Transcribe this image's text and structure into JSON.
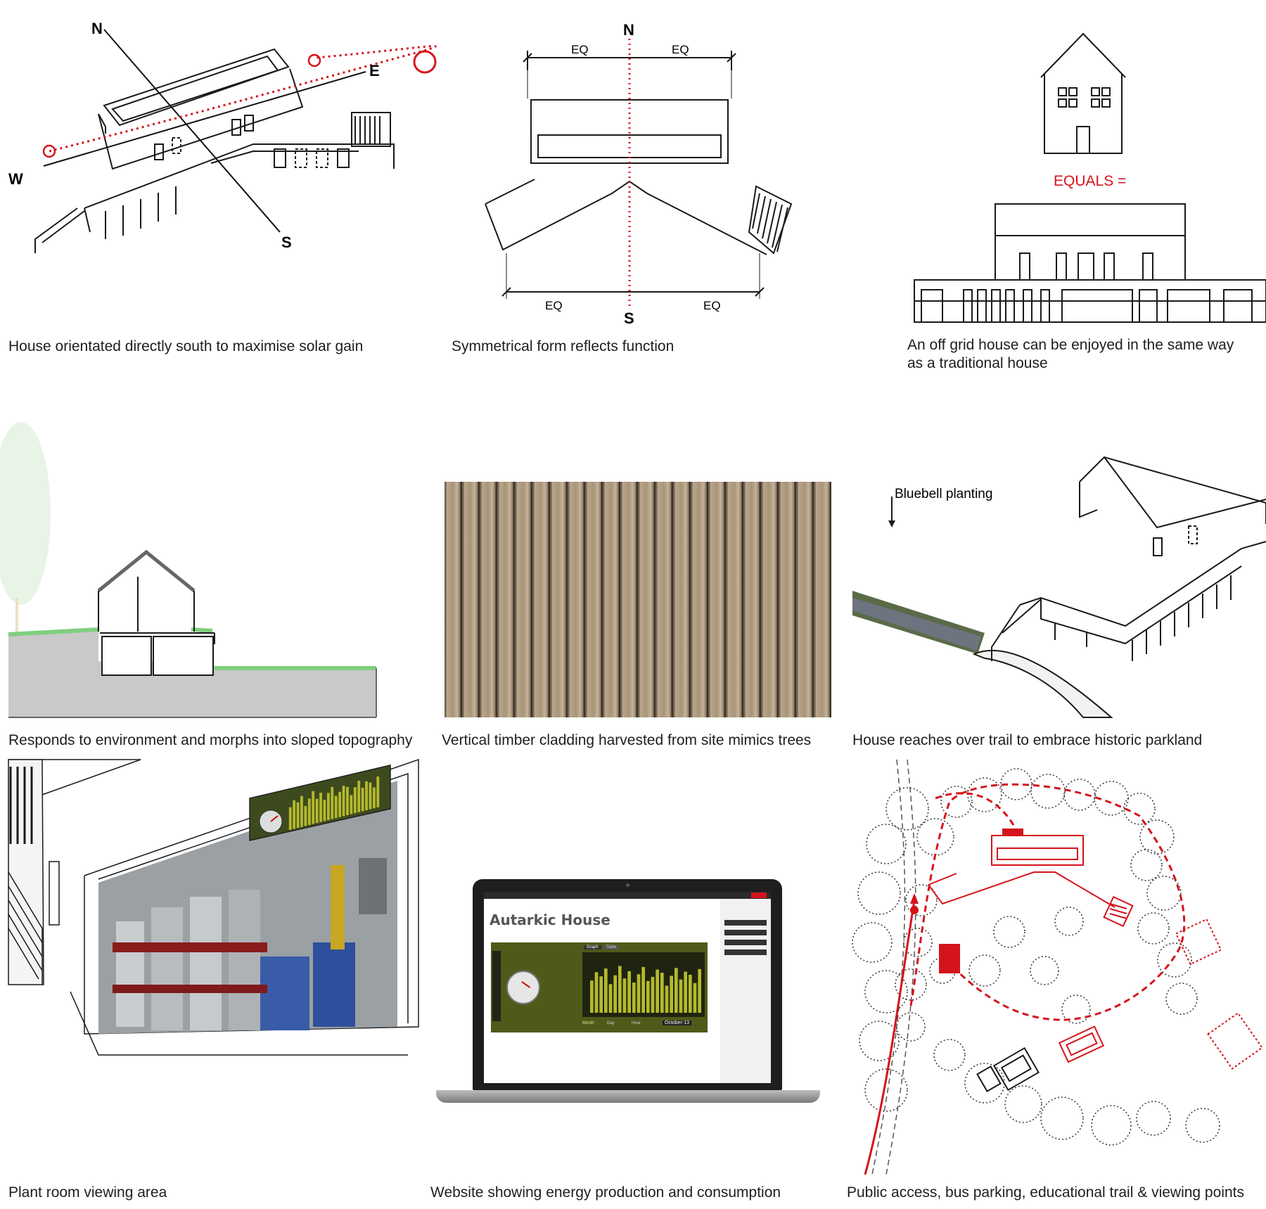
{
  "panels": {
    "orientation": {
      "caption": "House orientated directly south to maximise solar gain",
      "compass": {
        "n": "N",
        "s": "S",
        "e": "E",
        "w": "W"
      }
    },
    "symmetry": {
      "caption": "Symmetrical form reflects function",
      "compass": {
        "n": "N",
        "s": "S"
      },
      "dims": {
        "top_left": "EQ",
        "top_right": "EQ",
        "bottom_left": "EQ",
        "bottom_right": "EQ"
      }
    },
    "equals": {
      "caption": "An off grid house can be enjoyed in the same way as a traditional house",
      "equals_label": "EQUALS ="
    },
    "topography": {
      "caption": "Responds to environment and morphs into sloped topography"
    },
    "cladding": {
      "caption": "Vertical timber cladding harvested from site mimics trees"
    },
    "trail": {
      "caption": "House reaches over trail to embrace historic parkland",
      "annotation": "Bluebell planting"
    },
    "plant_room": {
      "caption": "Plant room viewing area"
    },
    "website": {
      "caption": "Website showing energy production and consumption",
      "site_title": "Autarkic House",
      "date_label": "October-13",
      "tabs": [
        "Graph",
        "Table"
      ],
      "period_tabs": [
        "Month",
        "Day",
        "Hour"
      ]
    },
    "site_plan": {
      "caption": "Public access, bus parking, educational trail & viewing points"
    }
  },
  "colors": {
    "accent_red": "#d4141c",
    "line": "#1a1a1a",
    "grass": "#8fd18f",
    "ground": "#c8c8c8",
    "chart_bar": "#b5b92c"
  },
  "chart_data": {
    "type": "bar",
    "categories": [],
    "values": [
      0.62,
      0.78,
      0.7,
      0.85,
      0.55,
      0.72,
      0.9,
      0.66,
      0.8,
      0.58,
      0.74,
      0.88,
      0.61,
      0.69,
      0.83,
      0.77,
      0.52,
      0.71,
      0.86,
      0.64,
      0.79,
      0.73,
      0.57,
      0.84
    ],
    "title": "",
    "xlabel": "",
    "ylabel": ""
  }
}
